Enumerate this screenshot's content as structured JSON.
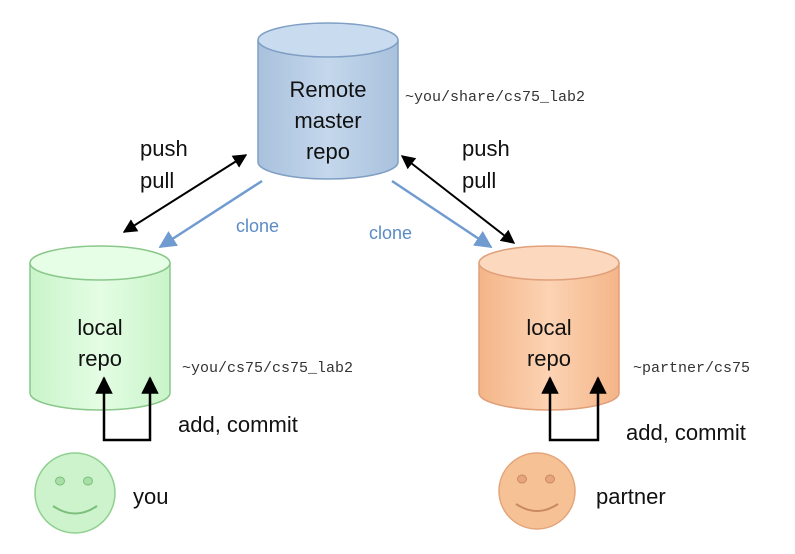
{
  "colors": {
    "remote_fill": "#b9cfe6",
    "remote_stroke": "#7f9fc4",
    "local_you_fill": "#d8fad8",
    "local_you_stroke": "#8ac78a",
    "local_partner_fill": "#f9c49c",
    "local_partner_stroke": "#e0a07a",
    "clone_arrow": "#6f9bd0",
    "push_pull_arrow": "#000000",
    "face_you_fill": "#cdf3cd",
    "face_partner_fill": "#f7c196"
  },
  "remote_repo": {
    "lines": [
      "Remote",
      "master",
      "repo"
    ],
    "path": "~you/share/cs75_lab2"
  },
  "local_you": {
    "lines": [
      "local",
      "repo"
    ],
    "path": "~you/cs75/cs75_lab2",
    "action": "add, commit",
    "person": "you"
  },
  "local_partner": {
    "lines": [
      "local",
      "repo"
    ],
    "path": "~partner/cs75",
    "action": "add, commit",
    "person": "partner"
  },
  "links": {
    "left_push": "push",
    "left_pull": "pull",
    "right_push": "push",
    "right_pull": "pull",
    "left_clone": "clone",
    "right_clone": "clone"
  }
}
